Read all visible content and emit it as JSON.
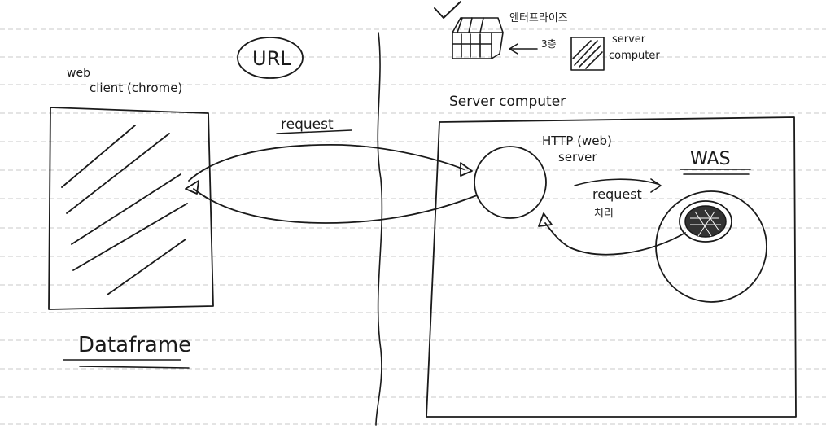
{
  "colors": {
    "paper": "#ffffff",
    "rule": "#c9c9c9",
    "ink": "#1a1a1a"
  },
  "labels": {
    "url": "URL",
    "web": "web",
    "client": "client (chrome)",
    "request_top": "request",
    "dataframe": "Dataframe",
    "building": "엔터프라이즈",
    "floor": "3층",
    "server_small": "server",
    "computer_small": "computer",
    "server_computer": "Server computer",
    "http_line1": "HTTP (web)",
    "http_line2": "server",
    "was": "WAS",
    "request_inner": "request",
    "processing": "처리"
  },
  "icons": {
    "checkmark": "checkmark-icon",
    "building": "building-icon",
    "server_box": "server-box-icon",
    "was_core": "scribbled-core-icon"
  }
}
